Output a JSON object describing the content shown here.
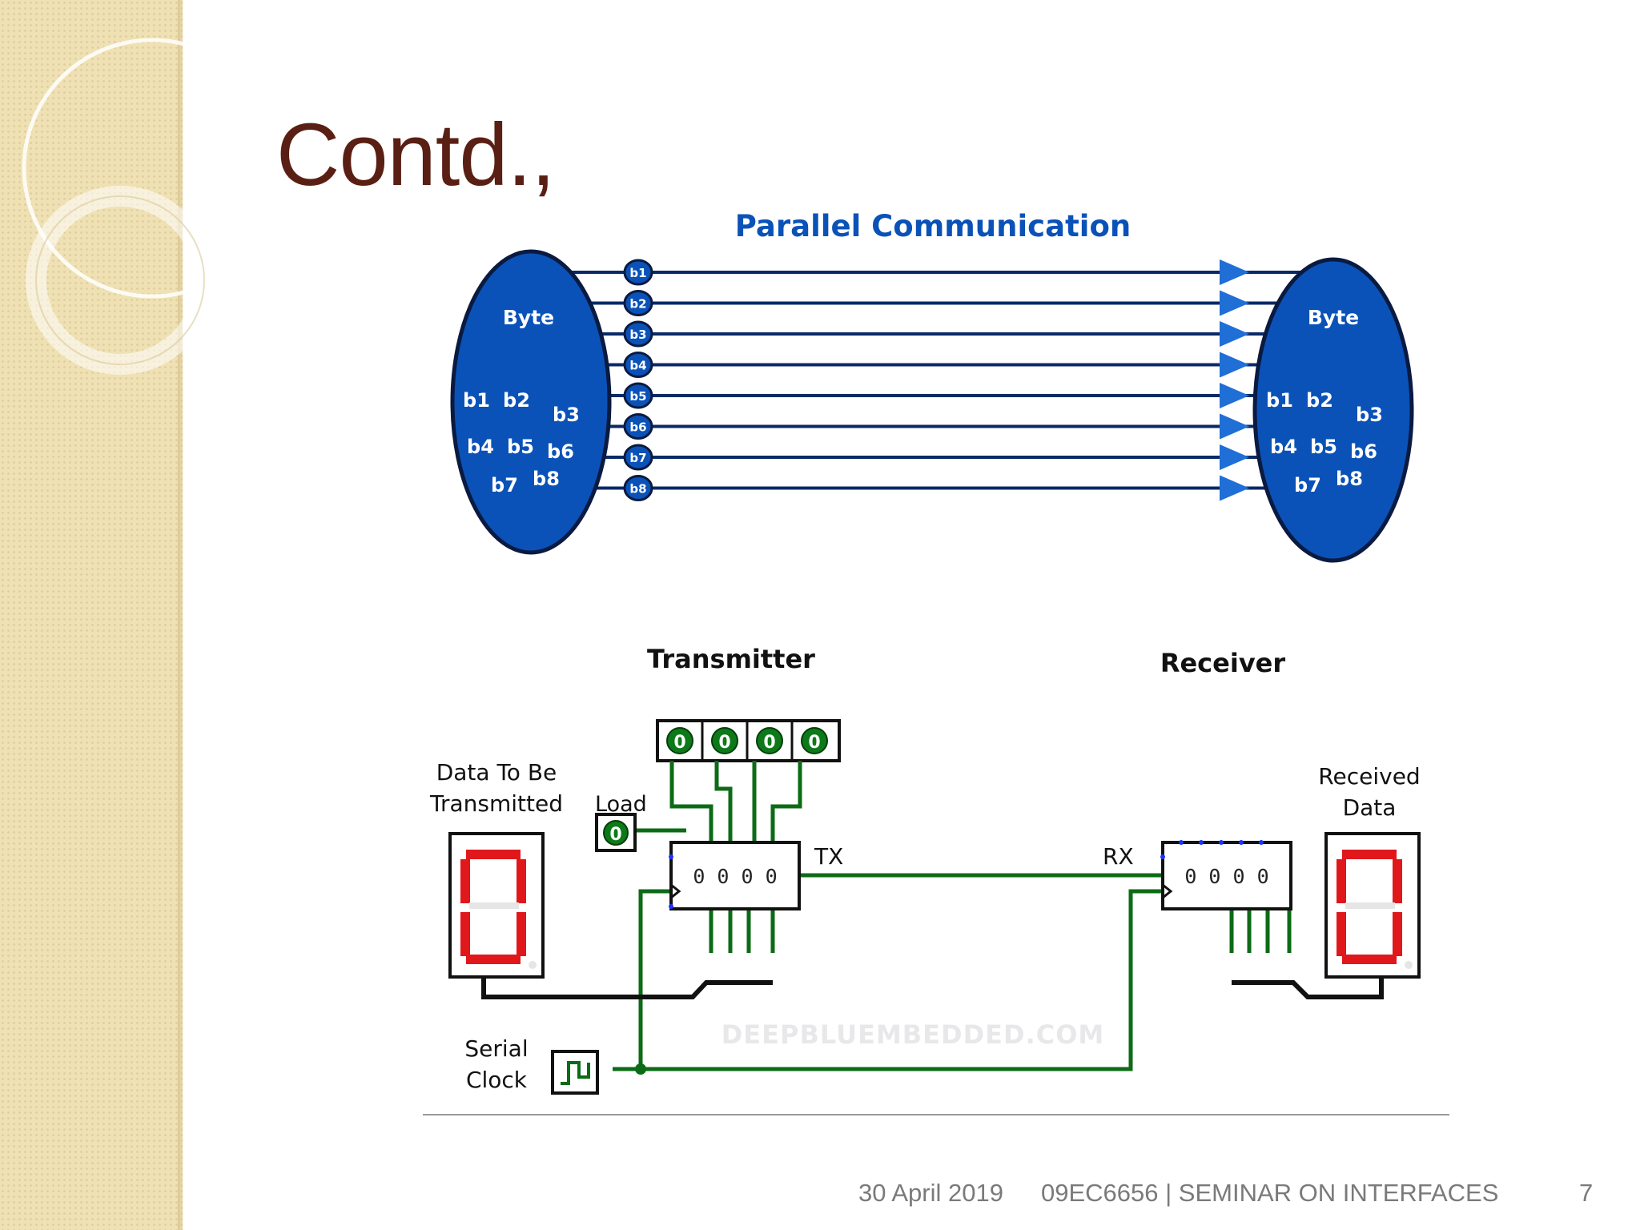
{
  "slide": {
    "title": "Contd.,",
    "footer": {
      "date": "30 April 2019",
      "course": "09EC6656 | SEMINAR ON INTERFACES",
      "page": "7"
    }
  },
  "parallel": {
    "heading": "Parallel Communication",
    "byte_label": "Byte",
    "bits": [
      "b1",
      "b2",
      "b3",
      "b4",
      "b5",
      "b6",
      "b7",
      "b8"
    ]
  },
  "serial": {
    "transmitter_label": "Transmitter",
    "receiver_label": "Receiver",
    "data_to_transmit_label": [
      "Data To Be",
      "Transmitted"
    ],
    "load_label": "Load",
    "load_value": "0",
    "input_bits": [
      "0",
      "0",
      "0",
      "0"
    ],
    "tx_register": "0 0 0 0",
    "rx_register": "0 0 0 0",
    "tx_label": "TX",
    "rx_label": "RX",
    "received_data_label": [
      "Received",
      "Data"
    ],
    "serial_clock_label": [
      "Serial",
      "Clock"
    ],
    "watermark": "DEEPBLUEMBEDDED.COM"
  },
  "colors": {
    "title": "#5a1f14",
    "blue": "#0a52b8",
    "wire_green": "#0c6b16",
    "led_red": "#e0181c",
    "sidebar": "#efe1b3"
  }
}
